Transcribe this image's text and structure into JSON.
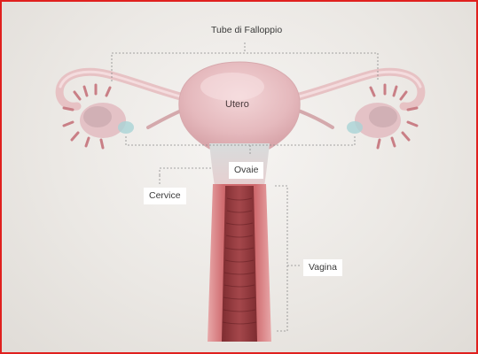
{
  "labels": {
    "tubes": "Tube di Falloppio",
    "uterus": "Utero",
    "ovaries": "Ovaie",
    "cervix": "Cervice",
    "vagina": "Vagina"
  },
  "colors": {
    "frame_border": "#e0201e",
    "tissue": "#e9c3c3",
    "vagina_wall": "#c9686b",
    "leader_line": "#8a8a8a"
  }
}
